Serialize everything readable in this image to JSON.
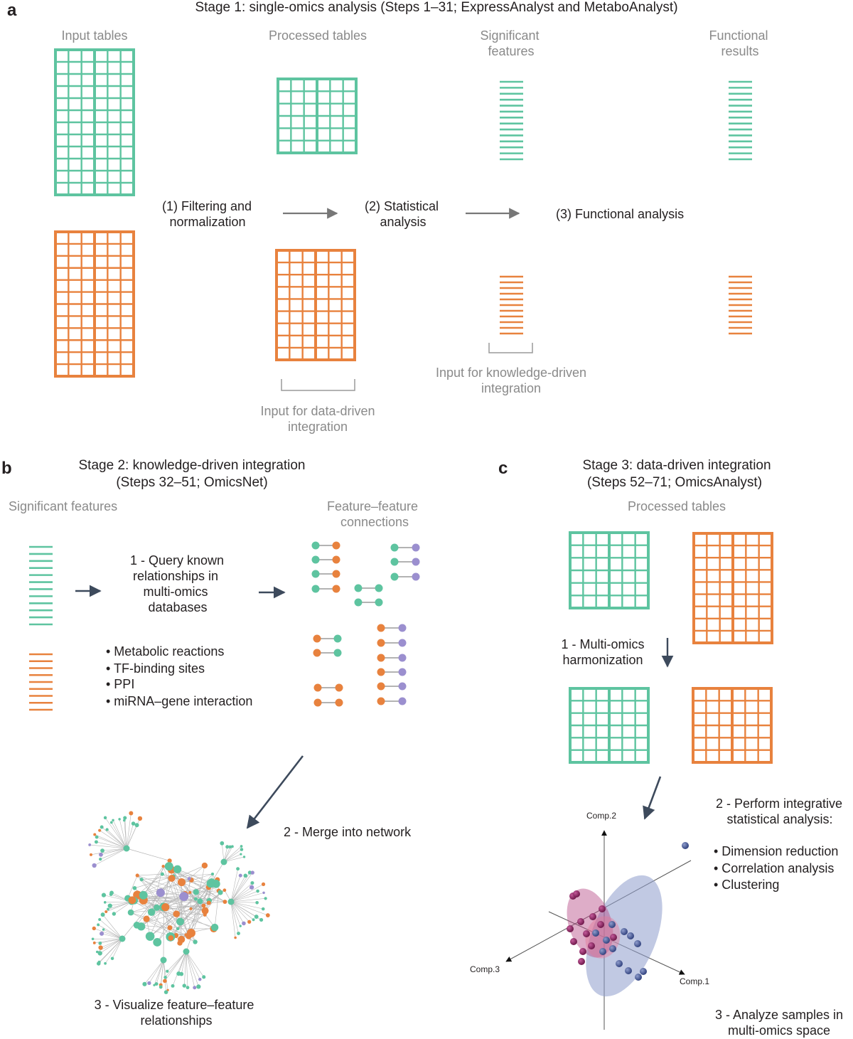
{
  "colors": {
    "green": "#5ec4a0",
    "orange": "#e8823e",
    "purple": "#9b8fcf",
    "arrow": "#3d4a5c",
    "gray_arrow": "#777777",
    "bracket": "#9a9a9a",
    "text": "#231f20",
    "gray_text": "#8a8a8a"
  },
  "panel_a": {
    "letter": "a",
    "title": "Stage 1: single-omics analysis (Steps 1–31; ExpressAnalyst and MetaboAnalyst)",
    "col_input": "Input tables",
    "col_processed": "Processed tables",
    "col_significant": [
      "Significant",
      "features"
    ],
    "col_functional": [
      "Functional",
      "results"
    ],
    "step1": [
      "(1) Filtering and",
      "normalization"
    ],
    "step2": [
      "(2) Statistical",
      "analysis"
    ],
    "step3": "(3) Functional analysis",
    "input_knowledge": [
      "Input for knowledge-driven",
      "integration"
    ],
    "input_data": [
      "Input for data-driven",
      "integration"
    ]
  },
  "panel_b": {
    "letter": "b",
    "title": [
      "Stage 2: knowledge-driven integration",
      "(Steps 32–51; OmicsNet)"
    ],
    "significant_features": "Significant features",
    "feature_connections": [
      "Feature–feature",
      "connections"
    ],
    "query": [
      "1 - Query known",
      "relationships in",
      "multi-omics",
      "databases"
    ],
    "bullets": [
      "• Metabolic reactions",
      "• TF-binding sites",
      "• PPI",
      "• miRNA–gene interaction"
    ],
    "merge": "2 - Merge into network",
    "visualize": [
      "3 - Visualize feature–feature",
      "relationships"
    ]
  },
  "panel_c": {
    "letter": "c",
    "title": [
      "Stage 3: data-driven integration",
      "(Steps 52–71; OmicsAnalyst)"
    ],
    "processed_tables": "Processed tables",
    "harmonization": [
      "1 - Multi-omics",
      "harmonization"
    ],
    "perform": [
      "2 - Perform integrative",
      "statistical analysis:"
    ],
    "bullets": [
      "• Dimension reduction",
      "• Correlation analysis",
      "• Clustering"
    ],
    "analyze": [
      "3 - Analyze samples in",
      "multi-omics space"
    ],
    "axes": {
      "comp1": "Comp.1",
      "comp2": "Comp.2",
      "comp3": "Comp.3"
    }
  }
}
